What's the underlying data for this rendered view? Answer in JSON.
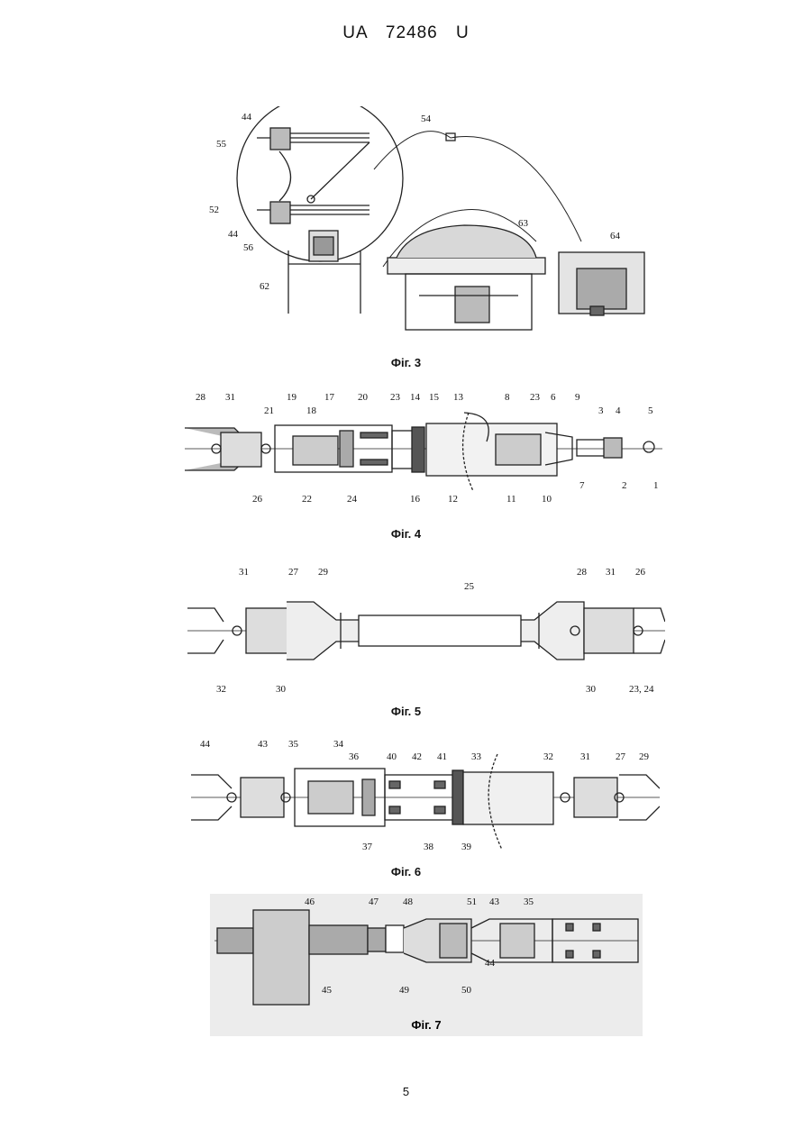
{
  "header": {
    "doc_number": "UA   72486   U"
  },
  "figures": [
    {
      "caption": "Фіг. 3",
      "labels": [
        "44",
        "55",
        "54",
        "52",
        "44",
        "56",
        "62",
        "63",
        "64"
      ]
    },
    {
      "caption": "Фіг. 4",
      "labels_top": [
        "28",
        "31",
        "21",
        "19",
        "18",
        "17",
        "20",
        "23",
        "14",
        "15",
        "13",
        "8",
        "23",
        "6",
        "9",
        "3",
        "4",
        "5"
      ],
      "labels_bottom": [
        "26",
        "22",
        "24",
        "16",
        "12",
        "11",
        "10",
        "7",
        "2",
        "1"
      ]
    },
    {
      "caption": "Фіг. 5",
      "labels_top": [
        "31",
        "27",
        "29",
        "25",
        "28",
        "31",
        "26"
      ],
      "labels_bottom": [
        "32",
        "30",
        "30",
        "23, 24"
      ]
    },
    {
      "caption": "Фіг. 6",
      "labels_top": [
        "44",
        "43",
        "35",
        "34",
        "36",
        "40",
        "42",
        "41",
        "33",
        "32",
        "31",
        "27",
        "29"
      ],
      "labels_bottom": [
        "37",
        "38",
        "39"
      ]
    },
    {
      "caption": "Фіг. 7",
      "labels_top": [
        "46",
        "47",
        "48",
        "51",
        "43",
        "35"
      ],
      "labels_bottom": [
        "45",
        "49",
        "50",
        "44"
      ]
    }
  ],
  "page_number": "5"
}
